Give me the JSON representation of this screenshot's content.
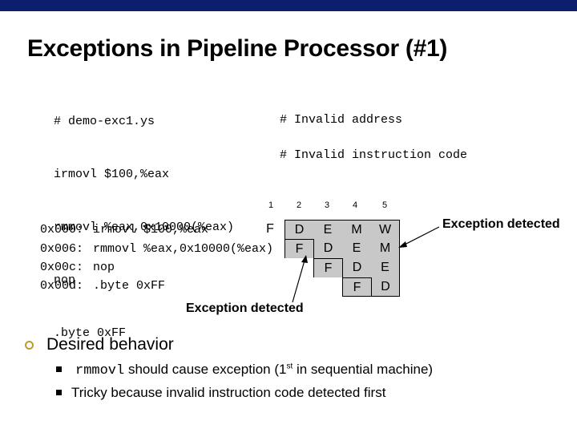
{
  "title": "Exceptions in Pipeline Processor (#1)",
  "code_lines": [
    "# demo-exc1.ys",
    "irmovl $100,%eax",
    "rmmovl %eax,0x10000(%eax)",
    "nop",
    ".byte 0xFF"
  ],
  "code_comments": {
    "line3": "# Invalid address",
    "line5": "# Invalid instruction code"
  },
  "cycles": [
    "1",
    "2",
    "3",
    "4",
    "5"
  ],
  "pipeline_rows": [
    {
      "addr": "0x000:",
      "instr": "irmovl $100,%eax",
      "stages": [
        "F",
        "D",
        "E",
        "M",
        "W"
      ]
    },
    {
      "addr": "0x006:",
      "instr": "rmmovl %eax,0x10000(%eax)",
      "stages": [
        "F",
        "D",
        "E",
        "M"
      ]
    },
    {
      "addr": "0x00c:",
      "instr": "nop",
      "stages": [
        "F",
        "D",
        "E"
      ]
    },
    {
      "addr": "0x00d:",
      "instr": ".byte 0xFF",
      "stages": [
        "F",
        "D"
      ]
    }
  ],
  "exception_labels": {
    "right": "Exception detected",
    "bottom": "Exception detected"
  },
  "bullets": {
    "main": "Desired behavior",
    "sub1_code": "rmmovl",
    "sub1_text_a": " should cause exception (1",
    "sub1_sup": "st",
    "sub1_text_b": " in sequential machine)",
    "sub2": "Tricky because invalid instruction code detected first"
  },
  "colors": {
    "top_bar": "#0c1f6e",
    "bullet_accent": "#c09a2a",
    "shaded_cell": "#c8c8c8"
  }
}
